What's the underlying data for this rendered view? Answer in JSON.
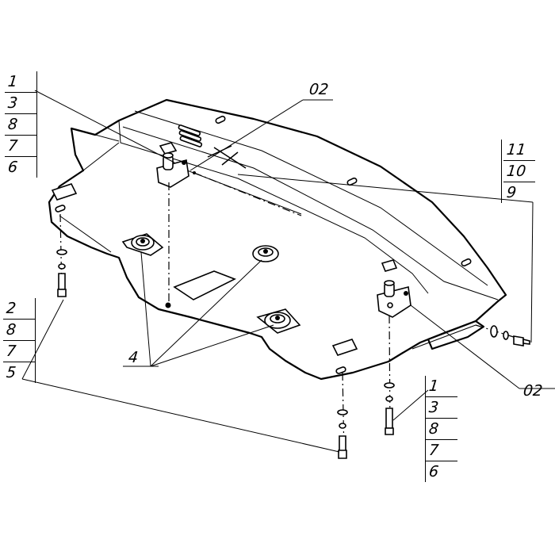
{
  "labels": {
    "top_left_stack": [
      "1",
      "3",
      "8",
      "7",
      "6"
    ],
    "top_center": "02",
    "right_stack": [
      "11",
      "10",
      "9"
    ],
    "left_stack": [
      "2",
      "8",
      "7",
      "5"
    ],
    "center": "4",
    "bottom_right": "02",
    "bottom_center_stack": [
      "1",
      "3",
      "8",
      "7",
      "6"
    ]
  }
}
